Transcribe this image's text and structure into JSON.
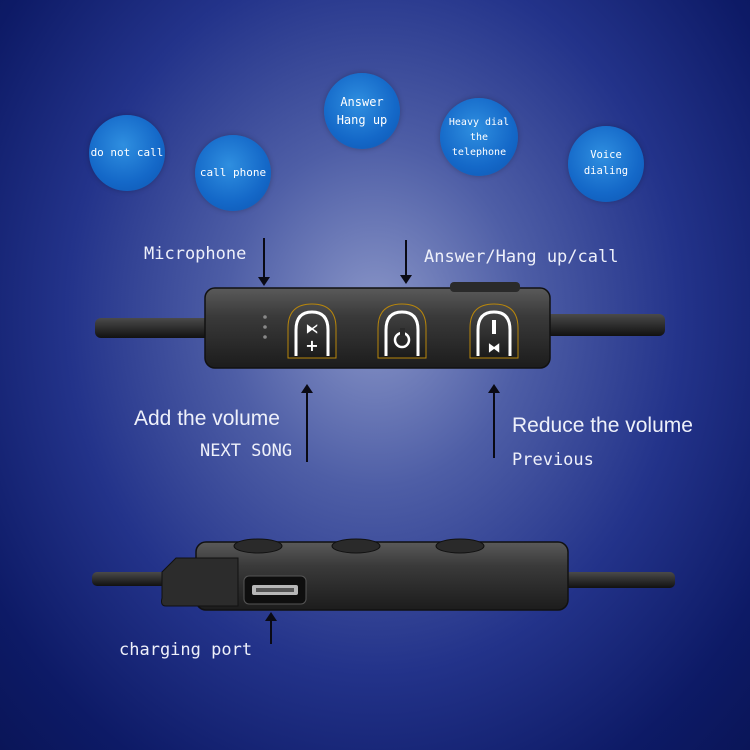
{
  "bubbles": {
    "do_not_call": "do not call",
    "call_phone": "call phone",
    "answer_line1": "Answer",
    "answer_line2": "Hang up",
    "heavy_line1": "Heavy dial",
    "heavy_line2": "the telephone",
    "voice_dialing": "Voice dialing"
  },
  "labels": {
    "microphone": "Microphone",
    "answer_hang_up_call": "Answer/Hang up/call",
    "add_volume": "Add the volume",
    "next_song": "NEXT SONG",
    "reduce_volume": "Reduce the volume",
    "previous": "Previous",
    "charging_port": "charging port"
  },
  "colors": {
    "bubble_blue": "#1468c8",
    "device_body": "#3a3a3a"
  }
}
